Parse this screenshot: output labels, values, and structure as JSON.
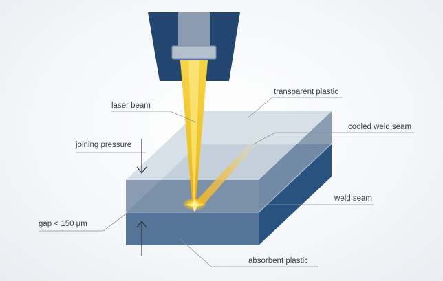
{
  "labels": {
    "laser_beam": "laser beam",
    "transparent_plastic": "transparent plastic",
    "cooled_weld_seam": "cooled weld seam",
    "joining_pressure": "joining pressure",
    "weld_seam": "weld seam",
    "gap": "gap < 150 µm",
    "absorbent_plastic": "absorbent plastic"
  },
  "colors": {
    "nozzle_dark": "#234670",
    "nozzle_light": "#8b9bb0",
    "top_plate": "#cfd8e2",
    "bottom_plate": "#2d5a86",
    "beam": "#f3cf2a"
  }
}
